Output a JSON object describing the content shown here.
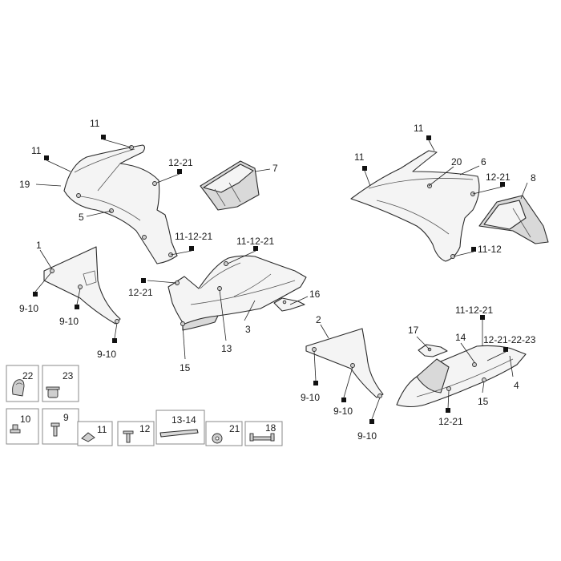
{
  "callouts": {
    "c11_a": "11",
    "c11_b": "11",
    "c19": "19",
    "c5": "5",
    "c12_21_a": "12-21",
    "c11_12_21_a": "11-12-21",
    "c7": "7",
    "c11_c": "11",
    "c11_d": "11",
    "c20": "20",
    "c6": "6",
    "c12_21_b": "12-21",
    "c8": "8",
    "c11_12": "11-12",
    "c1": "1",
    "c9_10_a": "9-10",
    "c9_10_b": "9-10",
    "c9_10_c": "9-10",
    "c11_12_21_b": "11-12-21",
    "c12_21_c": "12-21",
    "c16": "16",
    "c3": "3",
    "c13": "13",
    "c15_a": "15",
    "c2": "2",
    "c9_10_d": "9-10",
    "c9_10_e": "9-10",
    "c9_10_f": "9-10",
    "c11_12_21_c": "11-12-21",
    "c17": "17",
    "c14": "14",
    "c12_21_22_23": "12-21-22-23",
    "c4": "4",
    "c15_b": "15",
    "c12_21_d": "12-21"
  },
  "hardware_boxes": {
    "b22": "22",
    "b23": "23",
    "b10": "10",
    "b9": "9",
    "b11": "11",
    "b12": "12",
    "b13_14": "13-14",
    "b21": "21",
    "b18": "18"
  }
}
